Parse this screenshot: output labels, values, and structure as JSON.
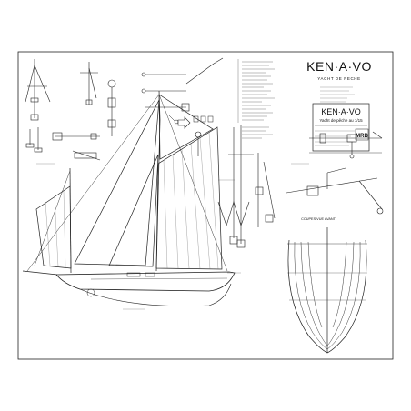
{
  "title": "KEN·A·VO",
  "subtitle": "YACHT DE PECHE",
  "plate_title": "KEN·A·VO",
  "plate_subtitle": "Yacht de pêche au 1/15",
  "publisher_logo": "MRB",
  "hull_section_label": "COUPES VUE AVANT",
  "colors": {
    "ink": "#1a1a1a",
    "paper": "#ffffff",
    "thin": "#555555"
  }
}
